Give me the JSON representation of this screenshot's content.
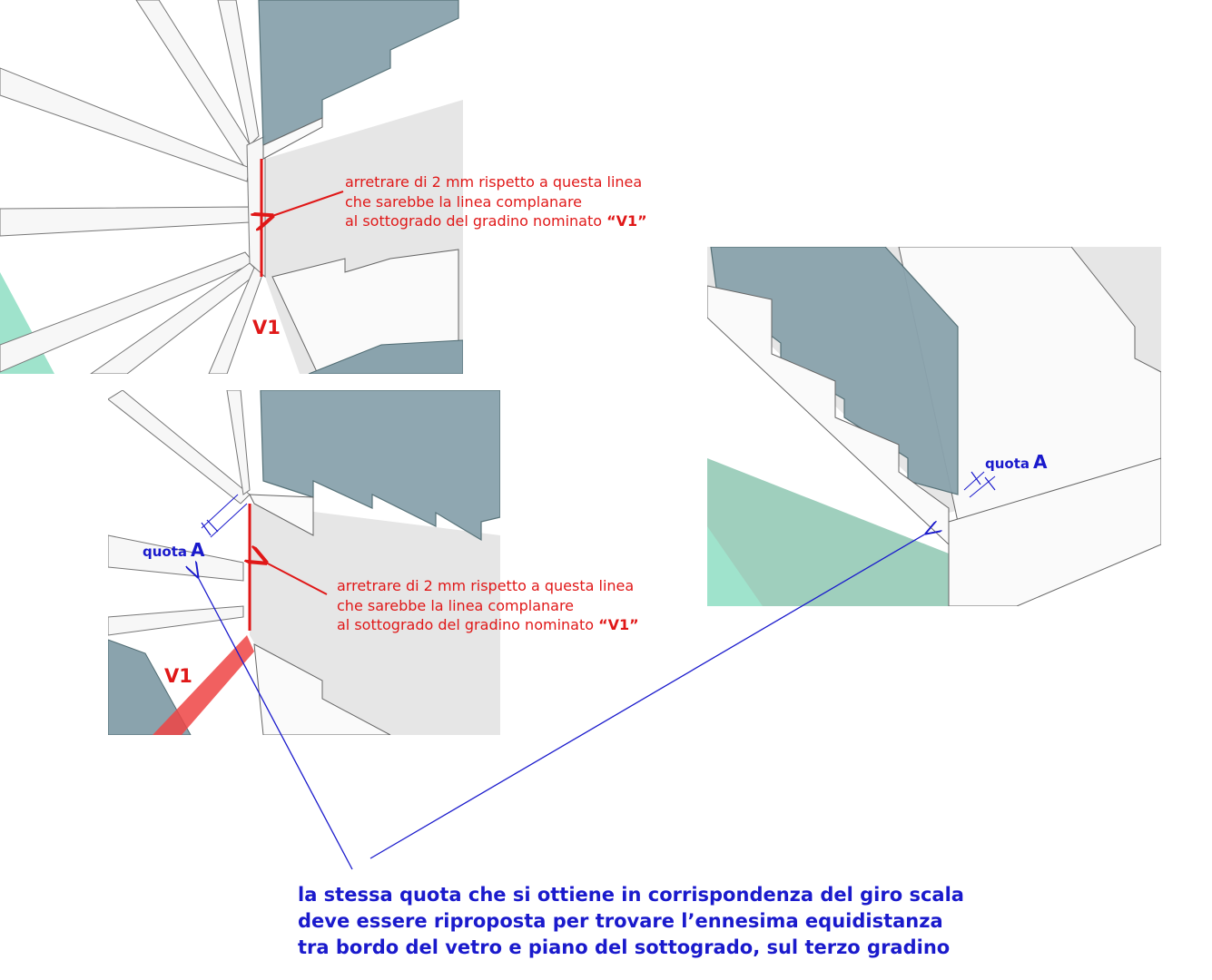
{
  "annotations": {
    "top_note": {
      "lines": [
        "arretrare di 2 mm rispetto a questa linea",
        "che sarebbe la linea complanare",
        "al sottogrado del gradino nominato "
      ],
      "quoted_name": "“V1”"
    },
    "middle_note": {
      "lines": [
        "arretrare di 2 mm rispetto a questa linea",
        "che sarebbe la linea complanare",
        "al sottogrado del gradino nominato "
      ],
      "quoted_name": "“V1”"
    },
    "step_label_top": "V1",
    "step_label_middle": "V1",
    "dimension_middle": {
      "word": "quota",
      "letter": "A"
    },
    "dimension_right": {
      "word": "quota",
      "letter": "A"
    },
    "bottom_note": [
      "la stessa quota che si ottiene in corrispondenza del giro scala",
      "deve essere riproposta per trovare l’ennesima equidistanza",
      "tra bordo del vetro e piano del sottogrado, sul terzo gradino"
    ]
  },
  "colors": {
    "annotation_red": "#e01818",
    "annotation_blue": "#1a1acc",
    "glass": "#8aa3ad",
    "floor_green": "#9fe3cc"
  }
}
